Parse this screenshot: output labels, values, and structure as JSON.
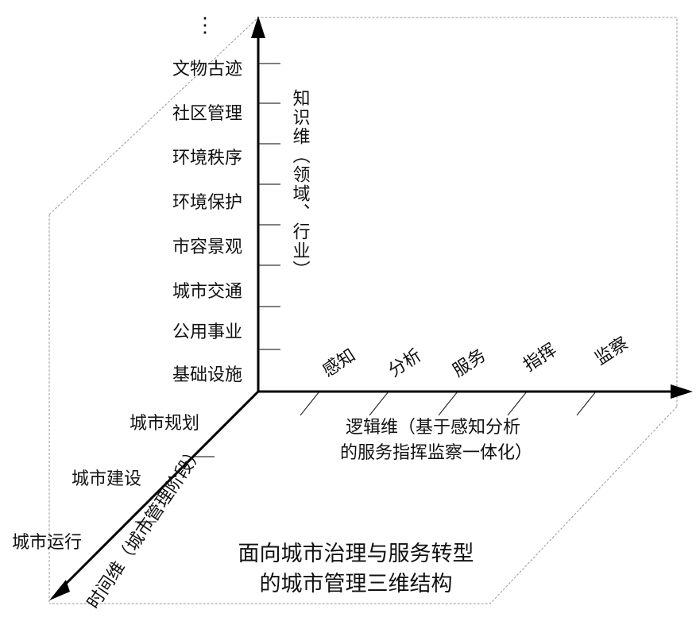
{
  "title_lines": [
    "面向城市治理与服务转型",
    "的城市管理三维结构"
  ],
  "knowledge_axis": {
    "label": "知识维（领域、行业）",
    "items": [
      "文物古迹",
      "社区管理",
      "环境秩序",
      "环境保护",
      "市容景观",
      "城市交通",
      "公用事业",
      "基础设施"
    ],
    "more": "⋮"
  },
  "logic_axis": {
    "label_lines": [
      "逻辑维（基于感知分析",
      "的服务指挥监察一体化）"
    ],
    "items": [
      "感知",
      "分析",
      "服务",
      "指挥",
      "监察"
    ]
  },
  "time_axis": {
    "label": "时间维（城市管理阶段）",
    "items": [
      "城市规划",
      "城市建设",
      "城市运行"
    ]
  },
  "colors": {
    "line": "#000000",
    "frame": "#999999",
    "text": "#111111"
  }
}
